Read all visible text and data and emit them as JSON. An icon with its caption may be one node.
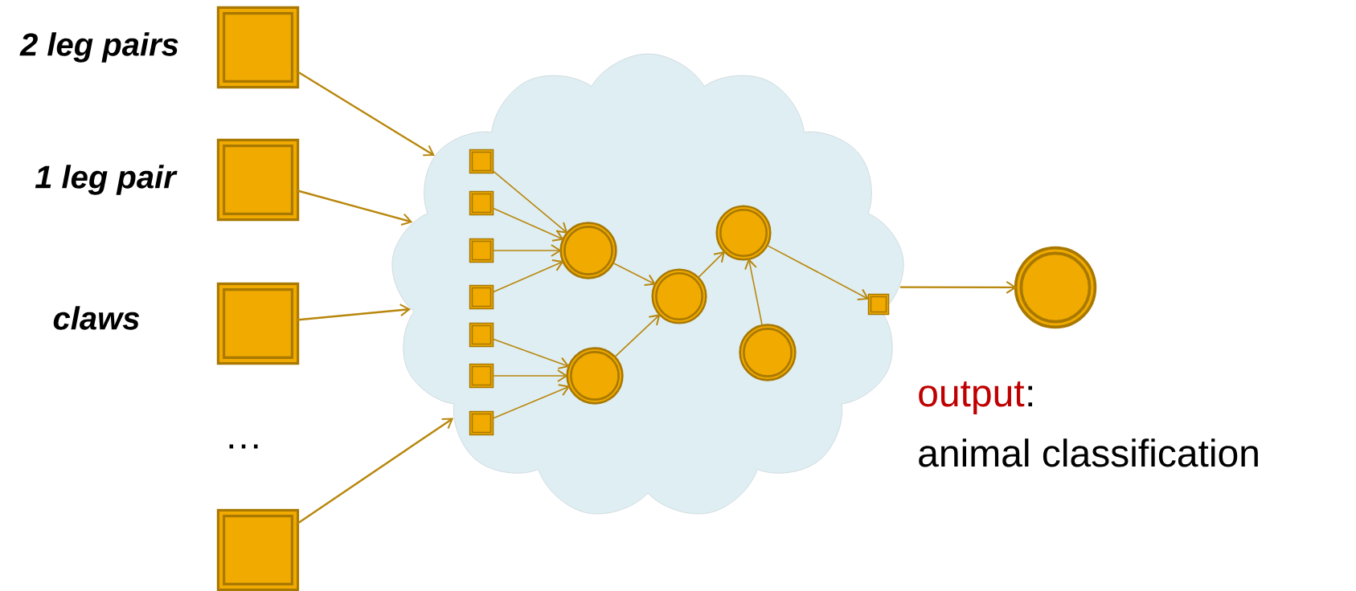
{
  "diagram": {
    "nodes": [
      {
        "text": [],
        "shape": "box",
        "beside": [
          "2 leg pairs"
        ]
      },
      {
        "text": [],
        "shape": "box",
        "beside": [
          "1 leg pair"
        ]
      },
      {
        "text": [],
        "shape": "box",
        "beside": [
          "claws"
        ]
      },
      {
        "text": [],
        "shape": "box"
      },
      {
        "text": [],
        "shape": "cloud"
      },
      {
        "text": [],
        "shape": "box",
        "in": 4
      },
      {
        "text": [],
        "shape": "box",
        "in": 4
      },
      {
        "text": [],
        "shape": "box",
        "in": 4
      },
      {
        "text": [],
        "shape": "box",
        "in": 4
      },
      {
        "text": [],
        "shape": "box",
        "in": 4
      },
      {
        "text": [],
        "shape": "box",
        "in": 4
      },
      {
        "text": [],
        "shape": "box",
        "in": 4
      },
      {
        "text": [],
        "shape": "circle",
        "in": 4
      },
      {
        "text": [],
        "shape": "circle",
        "in": 4
      },
      {
        "text": [],
        "shape": "circle",
        "in": 4
      },
      {
        "text": [],
        "shape": "circle",
        "in": 4
      },
      {
        "text": [],
        "shape": "circle",
        "in": 4
      },
      {
        "text": [],
        "shape": "box",
        "in": 4
      },
      {
        "text": [],
        "shape": "circle"
      }
    ],
    "edges": [
      {
        "from": 0,
        "to": 4,
        "arrow": "to"
      },
      {
        "from": 1,
        "to": 4,
        "arrow": "to"
      },
      {
        "from": 2,
        "to": 4,
        "arrow": "to"
      },
      {
        "from": 3,
        "to": 4,
        "arrow": "to"
      },
      {
        "from": 5,
        "to": 12,
        "arrow": "to"
      },
      {
        "from": 6,
        "to": 12,
        "arrow": "to"
      },
      {
        "from": 7,
        "to": 12,
        "arrow": "to"
      },
      {
        "from": 8,
        "to": 12,
        "arrow": "to"
      },
      {
        "from": 9,
        "to": 13,
        "arrow": "to"
      },
      {
        "from": 10,
        "to": 13,
        "arrow": "to"
      },
      {
        "from": 11,
        "to": 13,
        "arrow": "to"
      },
      {
        "from": 12,
        "to": 14,
        "arrow": "to"
      },
      {
        "from": 13,
        "to": 14,
        "arrow": "to"
      },
      {
        "from": 14,
        "to": 15,
        "arrow": "to"
      },
      {
        "from": 16,
        "to": 15,
        "arrow": "to"
      },
      {
        "from": 15,
        "to": 17,
        "arrow": "to"
      },
      {
        "from": 4,
        "to": 18,
        "arrow": "to"
      }
    ],
    "labels": [
      "…",
      "output",
      ":",
      "animal classification"
    ]
  }
}
